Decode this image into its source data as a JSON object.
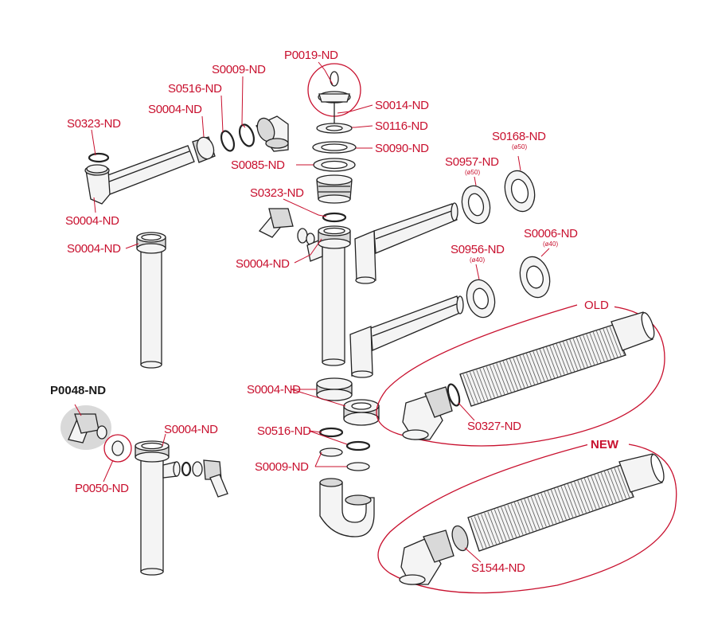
{
  "labels": {
    "p0019": "P0019-ND",
    "s0009_top": "S0009-ND",
    "s0516_top": "S0516-ND",
    "s0004_top": "S0004-ND",
    "s0323_left": "S0323-ND",
    "s0004_left_a": "S0004-ND",
    "s0004_left_b": "S0004-ND",
    "s0014": "S0014-ND",
    "s0116": "S0116-ND",
    "s0090": "S0090-ND",
    "s0085": "S0085-ND",
    "s0323_mid": "S0323-ND",
    "s0004_mid": "S0004-ND",
    "s0168": "S0168-ND",
    "s0957": "S0957-ND",
    "s0956": "S0956-ND",
    "s0006": "S0006-ND",
    "p0048": "P0048-ND",
    "p0050": "P0050-ND",
    "s0004_low": "S0004-ND",
    "s0004_nut": "S0004-ND",
    "s0516_low": "S0516-ND",
    "s0009_low": "S0009-ND",
    "s0327": "S0327-ND",
    "s1544": "S1544-ND"
  },
  "sublabels": {
    "s0168": "(ø50)",
    "s0957": "(ø50)",
    "s0956": "(ø40)",
    "s0006": "(ø40)"
  },
  "groups": {
    "old": "OLD",
    "new": "NEW"
  },
  "colors": {
    "label": "#c8102e",
    "outline": "#222222",
    "highlight_bg": "#d9d9d9"
  }
}
